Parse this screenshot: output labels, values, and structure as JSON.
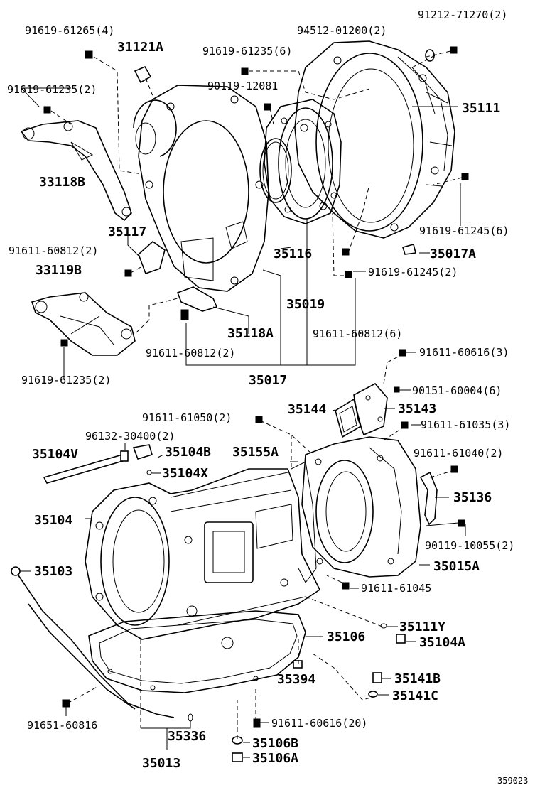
{
  "diagram": {
    "reference_code": "359023",
    "labels": [
      {
        "id": "91619-61265-4",
        "text": "91619-61265(4)"
      },
      {
        "id": "31121A",
        "text": "31121A"
      },
      {
        "id": "91619-61235-6",
        "text": "91619-61235(6)"
      },
      {
        "id": "94512-01200-2",
        "text": "94512-01200(2)"
      },
      {
        "id": "91212-71270-2",
        "text": "91212-71270(2)"
      },
      {
        "id": "91619-61235-2a",
        "text": "91619-61235(2)"
      },
      {
        "id": "90119-12081",
        "text": "90119-12081"
      },
      {
        "id": "35111",
        "text": "35111"
      },
      {
        "id": "33118B",
        "text": "33118B"
      },
      {
        "id": "35117",
        "text": "35117"
      },
      {
        "id": "91619-61245-6",
        "text": "91619-61245(6)"
      },
      {
        "id": "91611-60812-2a",
        "text": "91611-60812(2)"
      },
      {
        "id": "35116",
        "text": "35116"
      },
      {
        "id": "35017A",
        "text": "35017A"
      },
      {
        "id": "33119B",
        "text": "33119B"
      },
      {
        "id": "91619-61245-2",
        "text": "91619-61245(2)"
      },
      {
        "id": "35019",
        "text": "35019"
      },
      {
        "id": "35118A",
        "text": "35118A"
      },
      {
        "id": "91611-60812-6",
        "text": "91611-60812(6)"
      },
      {
        "id": "91611-60812-2b",
        "text": "91611-60812(2)"
      },
      {
        "id": "91611-60616-3",
        "text": "91611-60616(3)"
      },
      {
        "id": "91619-61235-2b",
        "text": "91619-61235(2)"
      },
      {
        "id": "35017",
        "text": "35017"
      },
      {
        "id": "90151-60004-6",
        "text": "90151-60004(6)"
      },
      {
        "id": "35144",
        "text": "35144"
      },
      {
        "id": "35143",
        "text": "35143"
      },
      {
        "id": "91611-61050-2",
        "text": "91611-61050(2)"
      },
      {
        "id": "91611-61035-3",
        "text": "91611-61035(3)"
      },
      {
        "id": "96132-30400-2",
        "text": "96132-30400(2)"
      },
      {
        "id": "35104V",
        "text": "35104V"
      },
      {
        "id": "35104B",
        "text": "35104B"
      },
      {
        "id": "35155A",
        "text": "35155A"
      },
      {
        "id": "91611-61040-2",
        "text": "91611-61040(2)"
      },
      {
        "id": "35104X",
        "text": "35104X"
      },
      {
        "id": "35136",
        "text": "35136"
      },
      {
        "id": "35104",
        "text": "35104"
      },
      {
        "id": "90119-10055-2",
        "text": "90119-10055(2)"
      },
      {
        "id": "35103",
        "text": "35103"
      },
      {
        "id": "35015A",
        "text": "35015A"
      },
      {
        "id": "91611-61045",
        "text": "91611-61045"
      },
      {
        "id": "35111Y",
        "text": "35111Y"
      },
      {
        "id": "35106",
        "text": "35106"
      },
      {
        "id": "35104A",
        "text": "35104A"
      },
      {
        "id": "35394",
        "text": "35394"
      },
      {
        "id": "35141B",
        "text": "35141B"
      },
      {
        "id": "35141C",
        "text": "35141C"
      },
      {
        "id": "91651-60816",
        "text": "91651-60816"
      },
      {
        "id": "91611-60616-20",
        "text": "91611-60616(20)"
      },
      {
        "id": "35336",
        "text": "35336"
      },
      {
        "id": "35106B",
        "text": "35106B"
      },
      {
        "id": "35013",
        "text": "35013"
      },
      {
        "id": "35106A",
        "text": "35106A"
      }
    ]
  }
}
